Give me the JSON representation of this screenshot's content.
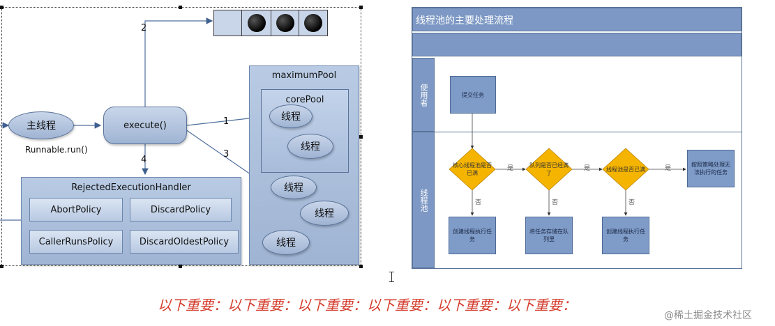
{
  "left": {
    "main_thread": "主线程",
    "runnable": "Runnable.run()",
    "execute": "execute()",
    "arrow1": "1",
    "arrow2": "2",
    "arrow3": "3",
    "arrow4": "4",
    "maximum_pool": "maximumPool",
    "core_pool": "corePool",
    "thread": "线程",
    "handler_title": "RejectedExecutionHandler",
    "policies": [
      "AbortPolicy",
      "DiscardPolicy",
      "CallerRunsPolicy",
      "DiscardOldestPolicy"
    ]
  },
  "right": {
    "title": "线程池的主要处理流程",
    "lane_user": "使用者",
    "lane_pool": "线程池",
    "submit": "提交任务",
    "d1": "核心线程池是否已满",
    "d2": "队列是否已经满了",
    "d3": "线程池是否已满",
    "reject": "按照策略处理无法执行的任务",
    "create1": "创建线程执行任务",
    "store": "将任务存储在队列里",
    "create2": "创建线程执行任务",
    "yes": "是",
    "no": "否"
  },
  "footer": "以下重要：以下重要：以下重要：以下重要：以下重要：以下重要：",
  "watermark": "@稀土掘金技术社区"
}
